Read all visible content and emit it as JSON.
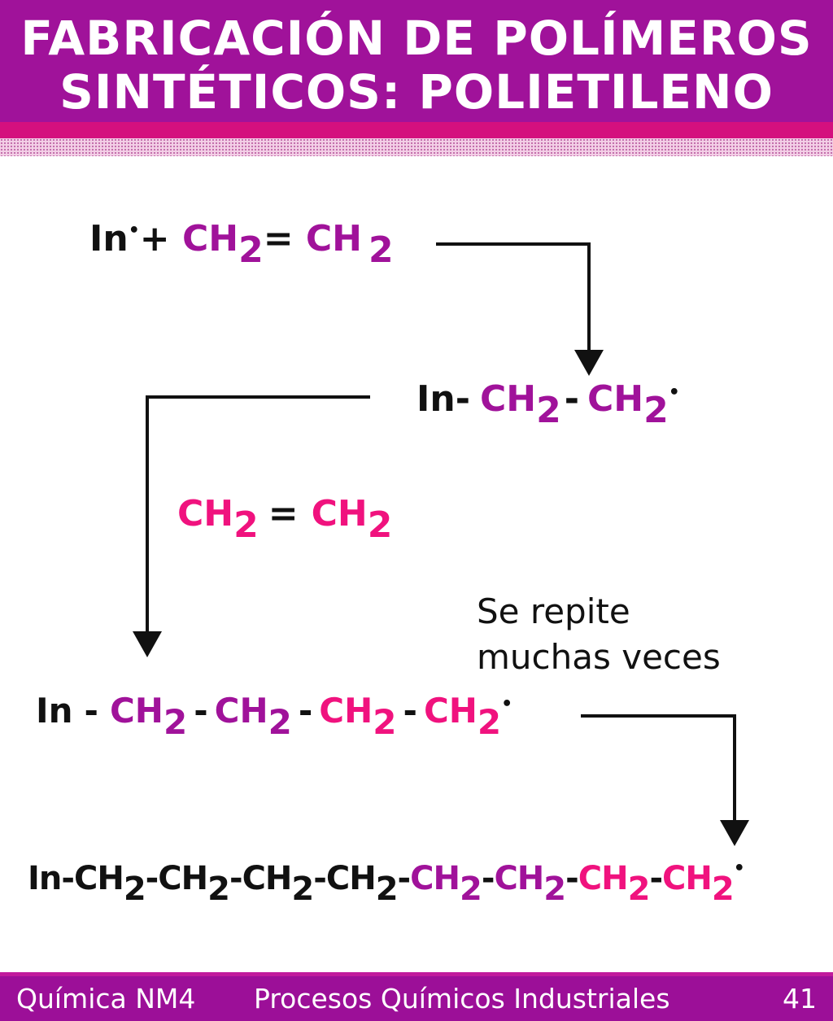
{
  "header": {
    "title_line1": "FABRICACIÓN DE POLÍMEROS",
    "title_line2": "SINTÉTICOS: POLIETILENO"
  },
  "colors": {
    "black": "#111111",
    "purple": "#a0129a",
    "pink": "#f0127e"
  },
  "reaction": {
    "step1": {
      "initiator": "In",
      "radical_dot": "•",
      "plus": "+ ",
      "ch": "CH",
      "sub": "2",
      "double_bond": "= "
    },
    "step2": {
      "in": "In-",
      "ch": "CH",
      "sub": "2",
      "dash": "-",
      "radical_dot": "•"
    },
    "monomer": {
      "ch": "CH",
      "sub": "2",
      "double_bond": "="
    },
    "repeat_note": {
      "line1": "Se repite",
      "line2": "muchas veces"
    },
    "step3": {
      "in": "In",
      "ch": "CH",
      "sub": "2",
      "dash": "-",
      "radical_dot": "•"
    },
    "final_chain": {
      "prefix": "In-",
      "ch": "CH",
      "sub": "2",
      "dash": "-",
      "radical_dot": "•"
    }
  },
  "footer": {
    "course": "Química NM4",
    "topic": "Procesos Químicos Industriales",
    "page_number": "41"
  }
}
